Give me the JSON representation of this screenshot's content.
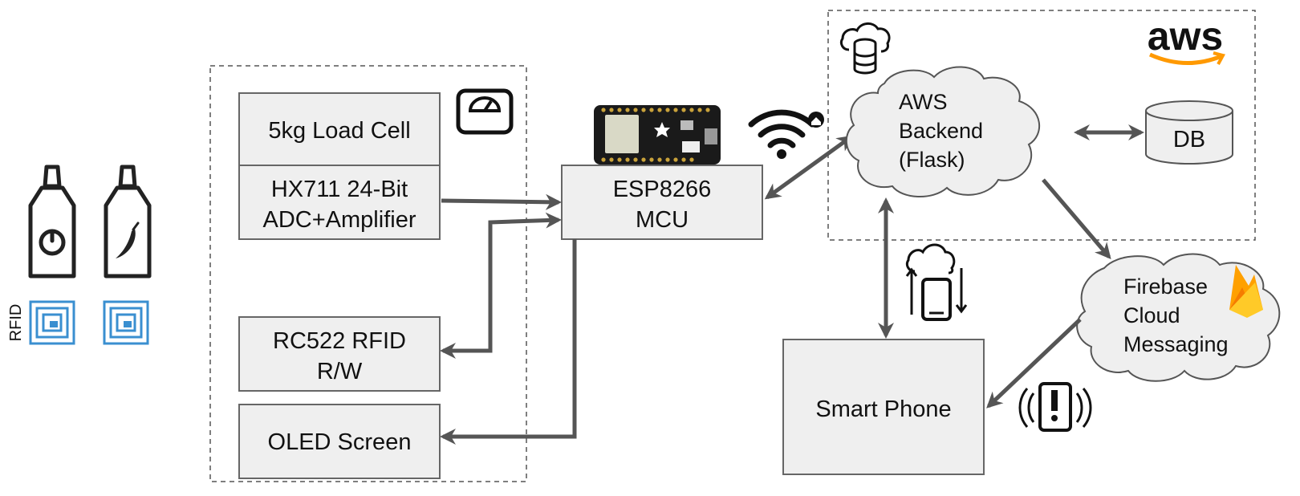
{
  "diagram": {
    "left_group": {
      "load_cell": "5kg Load Cell",
      "hx711_line1": "HX711 24-Bit",
      "hx711_line2": "ADC+Amplifier",
      "rc522_line1": "RC522 RFID",
      "rc522_line2": "R/W",
      "oled": "OLED Screen"
    },
    "mcu_line1": "ESP8266",
    "mcu_line2": "MCU",
    "aws_group": {
      "logo_text": "aws",
      "backend_line1": "AWS",
      "backend_line2": "Backend",
      "backend_line3": "(Flask)",
      "db": "DB"
    },
    "firebase_line1": "Firebase",
    "firebase_line2": "Cloud",
    "firebase_line3": "Messaging",
    "smartphone": "Smart Phone",
    "rfid_label": "RFID"
  },
  "colors": {
    "box_fill": "#efefef",
    "stroke": "#555555",
    "rfid_blue": "#3a8fd0",
    "aws_orange": "#ff9900",
    "firebase_yellow": "#ffca28",
    "firebase_orange": "#f57c00"
  },
  "icons": [
    "ketchup-bottle-icon",
    "chili-bottle-icon",
    "rfid-tag-icon",
    "scale-icon",
    "esp8266-board-icon",
    "wifi-icon",
    "cloud-database-icon",
    "aws-logo",
    "database-cylinder-icon",
    "firebase-flame-icon",
    "phone-sync-icon",
    "phone-alert-icon"
  ]
}
